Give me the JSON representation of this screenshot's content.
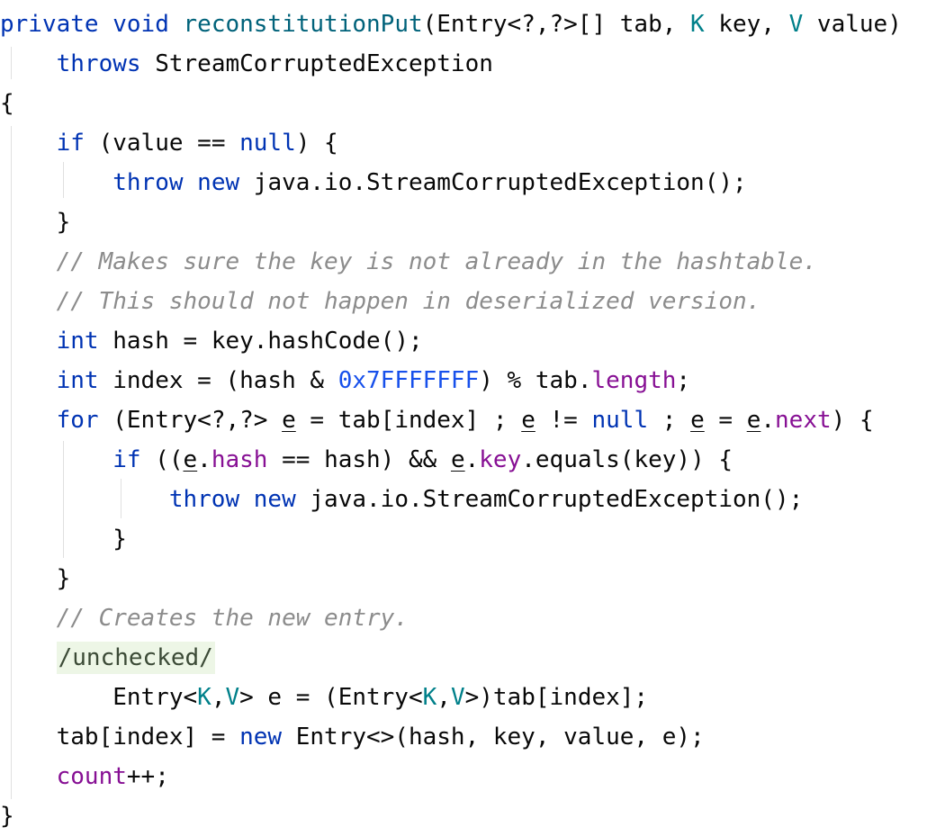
{
  "editor": {
    "lines": [
      [
        [
          "kw",
          "private"
        ],
        [
          "pl",
          " "
        ],
        [
          "kw",
          "void"
        ],
        [
          "pl",
          " "
        ],
        [
          "fn",
          "reconstitutionPut"
        ],
        [
          "pl",
          "(Entry<?,?>[] tab, "
        ],
        [
          "tp",
          "K"
        ],
        [
          "pl",
          " key, "
        ],
        [
          "tp",
          "V"
        ],
        [
          "pl",
          " value)"
        ]
      ],
      [
        [
          "pl",
          "    "
        ],
        [
          "kw",
          "throws"
        ],
        [
          "pl",
          " StreamCorruptedException"
        ]
      ],
      [
        [
          "pl",
          "{"
        ]
      ],
      [
        [
          "pl",
          "    "
        ],
        [
          "kw",
          "if"
        ],
        [
          "pl",
          " (value == "
        ],
        [
          "kw",
          "null"
        ],
        [
          "pl",
          ") {"
        ]
      ],
      [
        [
          "pl",
          "        "
        ],
        [
          "kw",
          "throw"
        ],
        [
          "pl",
          " "
        ],
        [
          "kw",
          "new"
        ],
        [
          "pl",
          " java.io.StreamCorruptedException();"
        ]
      ],
      [
        [
          "pl",
          "    }"
        ]
      ],
      [
        [
          "pl",
          "    "
        ],
        [
          "cm",
          "// Makes sure the key is not already in the hashtable."
        ]
      ],
      [
        [
          "pl",
          "    "
        ],
        [
          "cm",
          "// This should not happen in deserialized version."
        ]
      ],
      [
        [
          "pl",
          "    "
        ],
        [
          "kw",
          "int"
        ],
        [
          "pl",
          " hash = key.hashCode();"
        ]
      ],
      [
        [
          "pl",
          "    "
        ],
        [
          "kw",
          "int"
        ],
        [
          "pl",
          " index = (hash & "
        ],
        [
          "nm",
          "0x7FFFFFFF"
        ],
        [
          "pl",
          ") % tab."
        ],
        [
          "fd",
          "length"
        ],
        [
          "pl",
          ";"
        ]
      ],
      [
        [
          "pl",
          "    "
        ],
        [
          "kw",
          "for"
        ],
        [
          "pl",
          " (Entry<?,?> "
        ],
        [
          "ul",
          "e"
        ],
        [
          "pl",
          " = tab[index] ; "
        ],
        [
          "ul",
          "e"
        ],
        [
          "pl",
          " != "
        ],
        [
          "kw",
          "null"
        ],
        [
          "pl",
          " ; "
        ],
        [
          "ul",
          "e"
        ],
        [
          "pl",
          " = "
        ],
        [
          "ul",
          "e"
        ],
        [
          "pl",
          "."
        ],
        [
          "fd",
          "next"
        ],
        [
          "pl",
          ") {"
        ]
      ],
      [
        [
          "pl",
          "        "
        ],
        [
          "kw",
          "if"
        ],
        [
          "pl",
          " (("
        ],
        [
          "ul",
          "e"
        ],
        [
          "pl",
          "."
        ],
        [
          "fd",
          "hash"
        ],
        [
          "pl",
          " == hash) && "
        ],
        [
          "ul",
          "e"
        ],
        [
          "pl",
          "."
        ],
        [
          "fd",
          "key"
        ],
        [
          "pl",
          ".equals(key)) {"
        ]
      ],
      [
        [
          "pl",
          "            "
        ],
        [
          "kw",
          "throw"
        ],
        [
          "pl",
          " "
        ],
        [
          "kw",
          "new"
        ],
        [
          "pl",
          " java.io.StreamCorruptedException();"
        ]
      ],
      [
        [
          "pl",
          "        }"
        ]
      ],
      [
        [
          "pl",
          "    }"
        ]
      ],
      [
        [
          "pl",
          "    "
        ],
        [
          "cm",
          "// Creates the new entry."
        ]
      ],
      [
        [
          "pl",
          "    "
        ],
        [
          "tag",
          "/unchecked/"
        ]
      ],
      [
        [
          "pl",
          "        Entry<"
        ],
        [
          "tp",
          "K"
        ],
        [
          "pl",
          ","
        ],
        [
          "tp",
          "V"
        ],
        [
          "pl",
          "> e = (Entry<"
        ],
        [
          "tp",
          "K"
        ],
        [
          "pl",
          ","
        ],
        [
          "tp",
          "V"
        ],
        [
          "pl",
          ">)tab[index];"
        ]
      ],
      [
        [
          "pl",
          "    tab[index] = "
        ],
        [
          "kw",
          "new"
        ],
        [
          "pl",
          " Entry<>(hash, key, value, e);"
        ]
      ],
      [
        [
          "pl",
          "    "
        ],
        [
          "fd",
          "count"
        ],
        [
          "pl",
          "++;"
        ]
      ],
      [
        [
          "pl",
          "}"
        ]
      ]
    ]
  }
}
